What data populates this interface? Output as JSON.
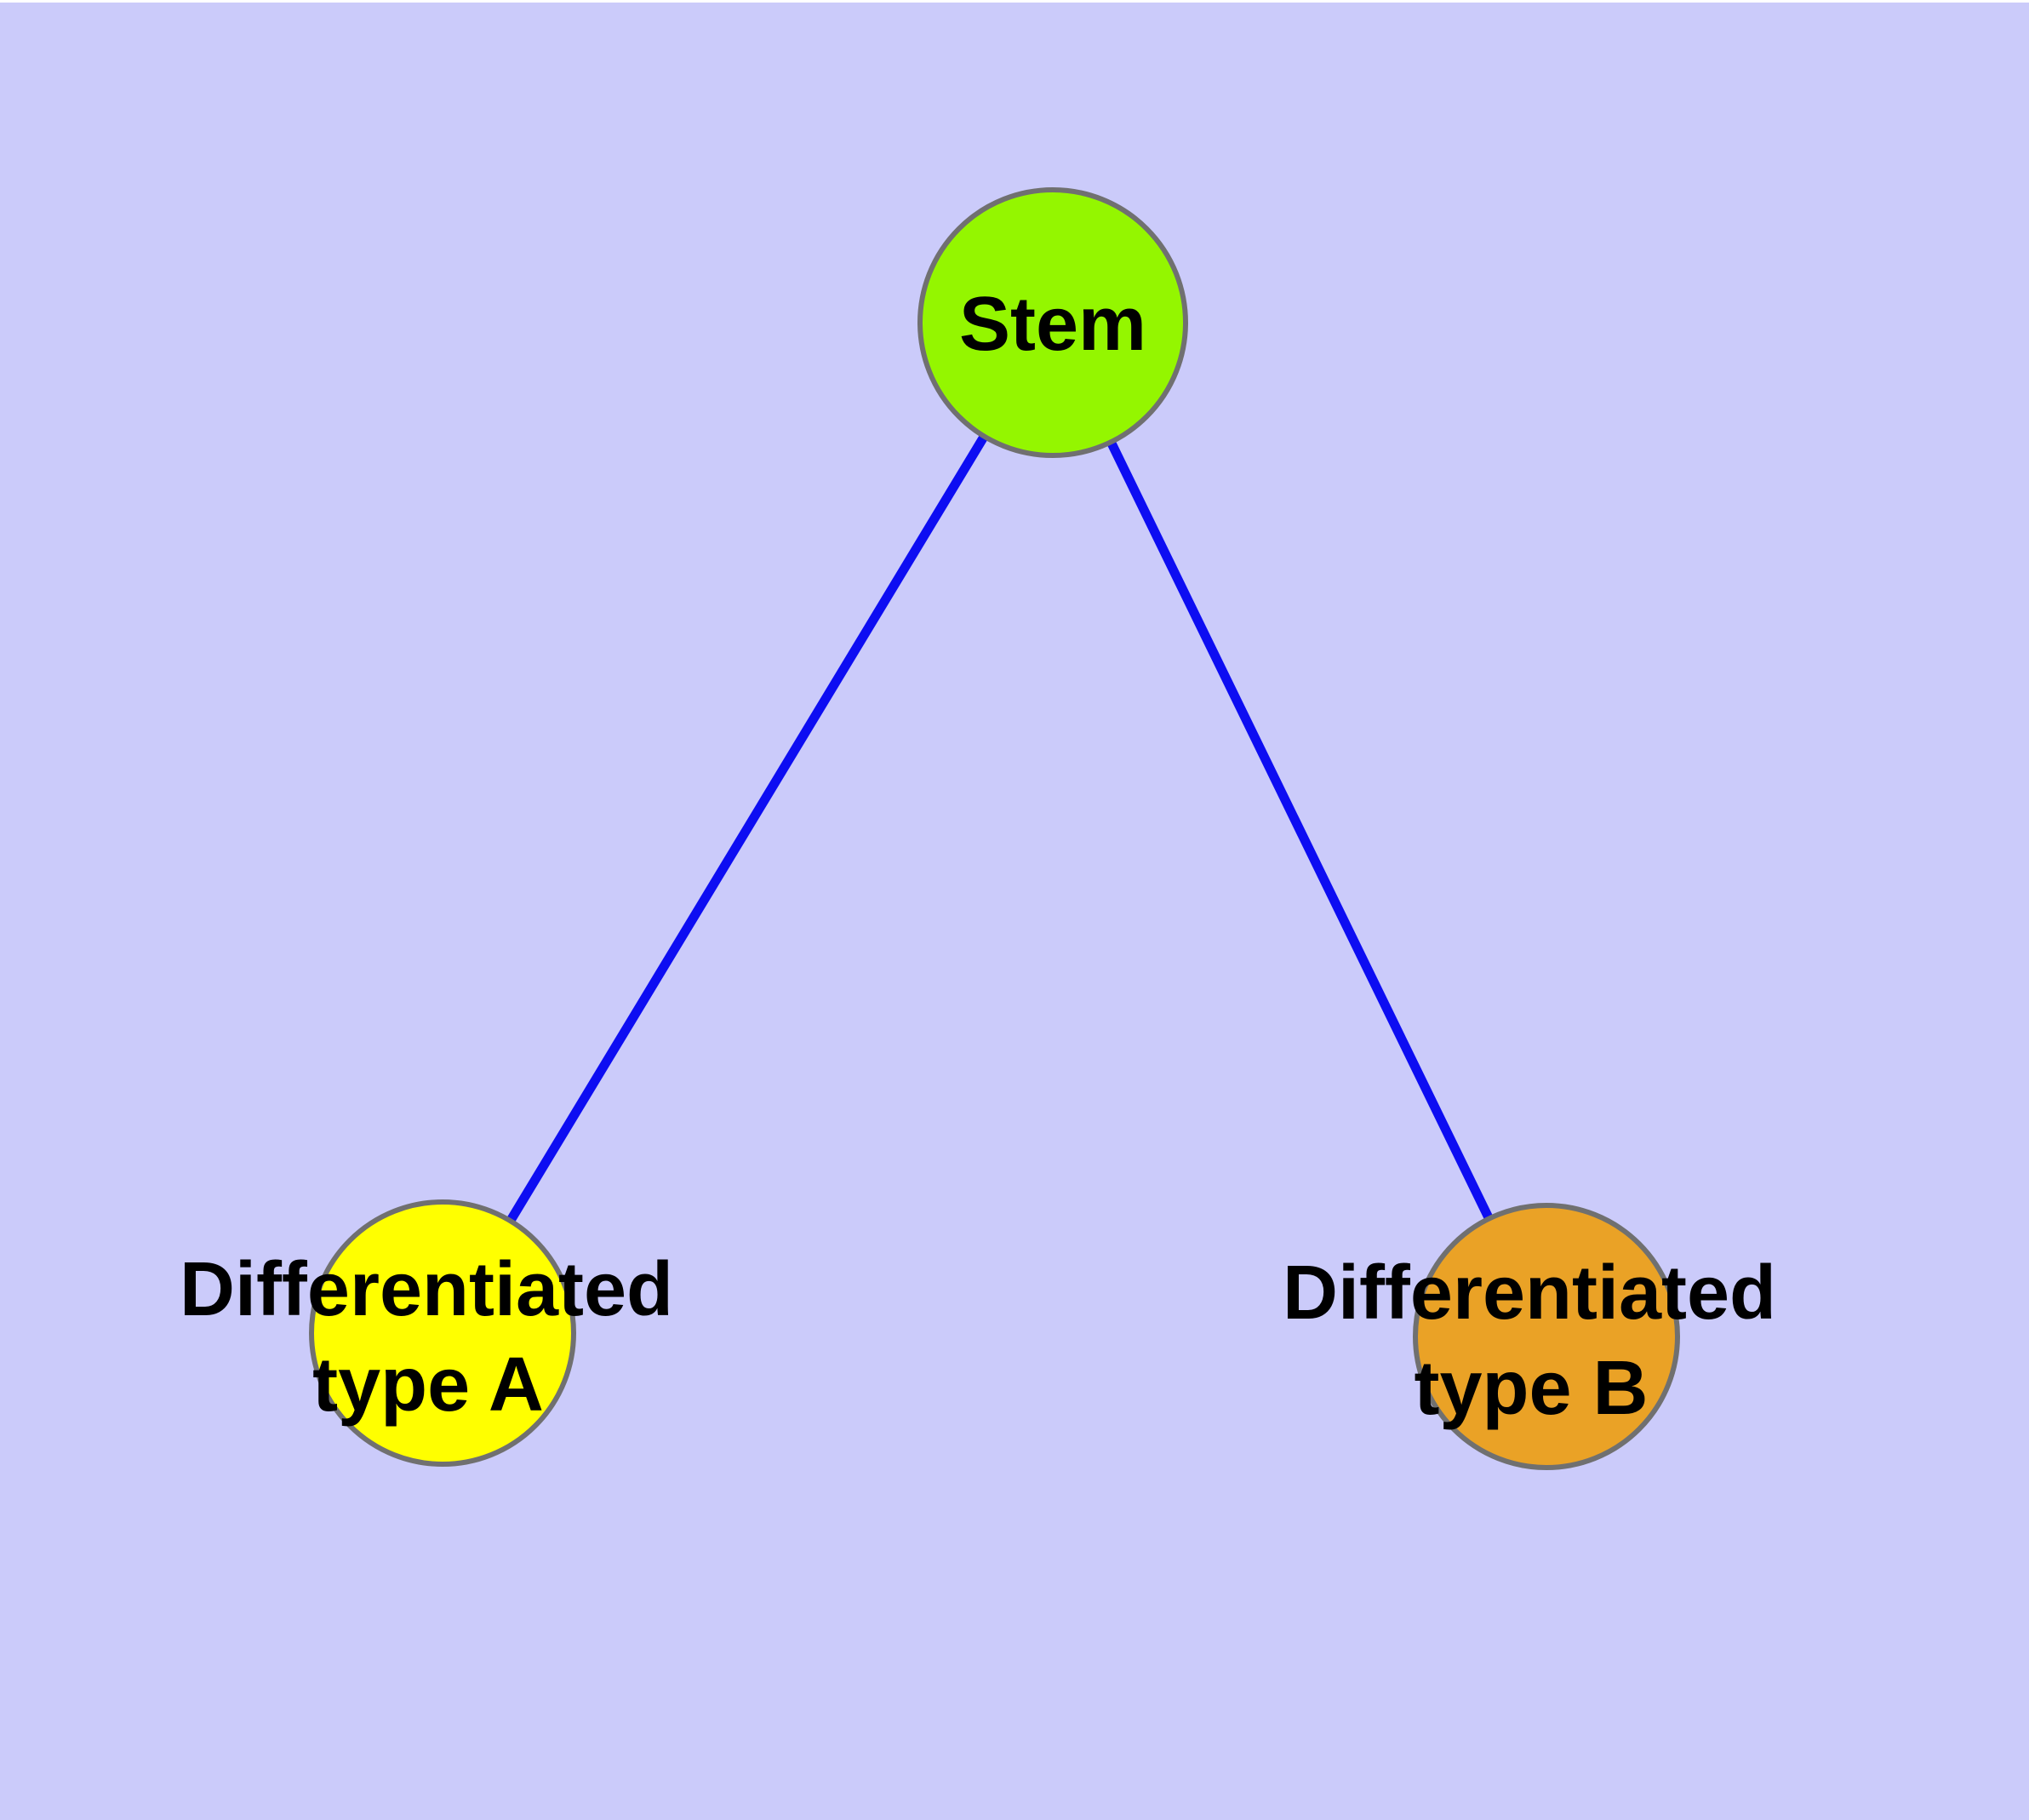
{
  "diagram": {
    "background_color": "#CBCBFA",
    "edge_color": "#0D0DF2",
    "node_border_color": "#707070",
    "label_color": "#000000",
    "nodes": {
      "stem": {
        "label": "Stem",
        "fill_color": "#94F600"
      },
      "differentiated_a": {
        "label_line1": "Differentiated",
        "label_line2": "type A",
        "fill_color": "#FFFF00"
      },
      "differentiated_b": {
        "label_line1": "Differentiated",
        "label_line2": "type B",
        "fill_color": "#EAA226"
      }
    },
    "edges": [
      {
        "from": "Stem",
        "to": "Differentiated type A"
      },
      {
        "from": "Stem",
        "to": "Differentiated type B"
      }
    ]
  }
}
